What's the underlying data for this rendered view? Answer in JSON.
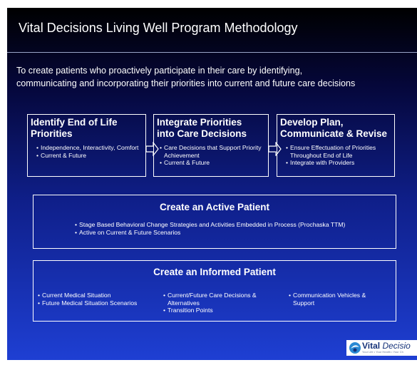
{
  "slide": {
    "title": "Vital Decisions Living Well Program Methodology",
    "intro_line1": "To create patients who proactively participate in their care by identifying,",
    "intro_line2": "communicating and incorporating their priorities into current and future care decisions",
    "steps": [
      {
        "heading_line1": "Identify End of Life",
        "heading_line2": "Priorities",
        "bullets": [
          "Independence, Interactivity, Comfort",
          "Current & Future"
        ]
      },
      {
        "heading_line1": "Integrate Priorities",
        "heading_line2": "into Care Decisions",
        "bullets": [
          "Care Decisions that Support Priority Achievement",
          "Current & Future"
        ]
      },
      {
        "heading_line1": "Develop Plan,",
        "heading_line2": "Communicate & Revise",
        "bullets": [
          "Ensure Effectuation of Priorities Throughout End of Life",
          "Integrate with Providers"
        ]
      }
    ],
    "active_patient": {
      "heading": "Create an Active Patient",
      "bullets": [
        "Stage Based Behavioral Change Strategies and Activities Embedded in Process (Prochaska TTM)",
        "Active on Current & Future Scenarios"
      ]
    },
    "informed_patient": {
      "heading": "Create an Informed Patient",
      "columns": [
        [
          "Current Medical Situation",
          "Future Medical Situation Scenarios"
        ],
        [
          "Current/Future Care Decisions & Alternatives",
          "Transition Points"
        ],
        [
          "Communication Vehicles & Support"
        ]
      ]
    },
    "logo": {
      "name_bold": "Vital",
      "name_italic": "Decisio",
      "tagline": "Your Life • Your Health • Your Ch"
    }
  }
}
